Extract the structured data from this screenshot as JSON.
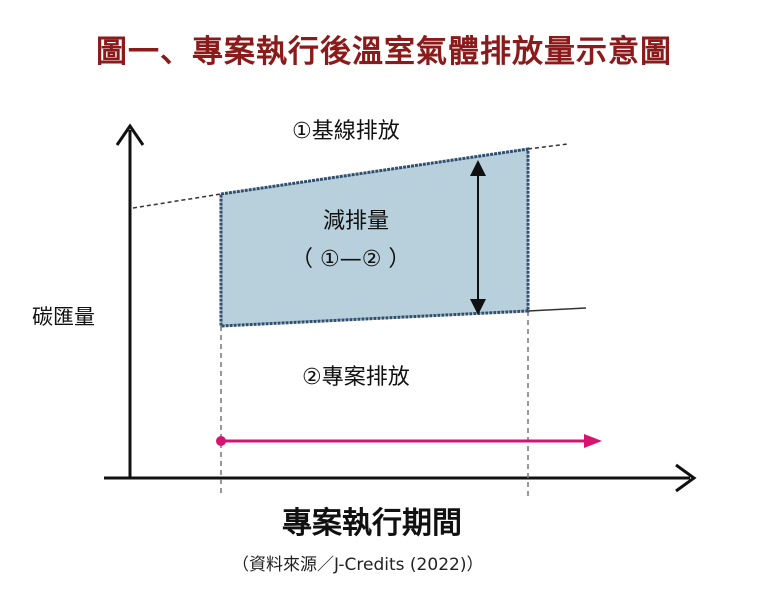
{
  "title": "圖一、專案執行後溫室氣體排放量示意圖",
  "labels": {
    "baseline": "①基線排放",
    "reduction_title": "減排量",
    "reduction_formula": "（ ①—② ）",
    "y_axis": "碳匯量",
    "project": "②專案排放",
    "x_axis": "專案執行期間",
    "source": "（資料來源／J-Credits (2022)）"
  },
  "colors": {
    "title": "#8b1a1a",
    "reduction_fill": "#b8d0dc",
    "reduction_border": "#2f4f6f",
    "period_arrow": "#d6136e",
    "axis": "#111111"
  }
}
